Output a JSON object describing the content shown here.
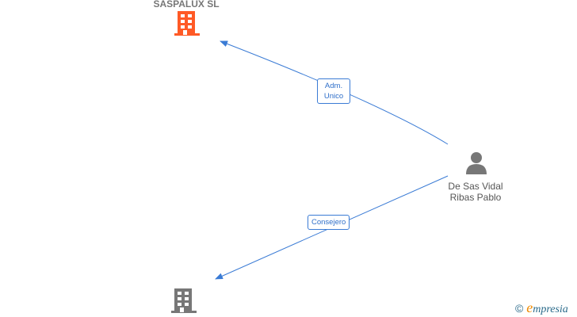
{
  "nodes": {
    "company_top": {
      "name": "SASPALUX SL",
      "color": "#ff5a26"
    },
    "person": {
      "name_line1": "De Sas Vidal",
      "name_line2": "Ribas Pablo",
      "color": "#777777"
    },
    "company_bottom": {
      "name": "",
      "color": "#777777"
    }
  },
  "edges": [
    {
      "line1": "Adm.",
      "line2": "Unico"
    },
    {
      "line1": "Consejero"
    }
  ],
  "edge_color": "#3a7bd5",
  "watermark": {
    "symbol": "©",
    "brand_initial": "e",
    "brand_rest": "mpresia"
  }
}
